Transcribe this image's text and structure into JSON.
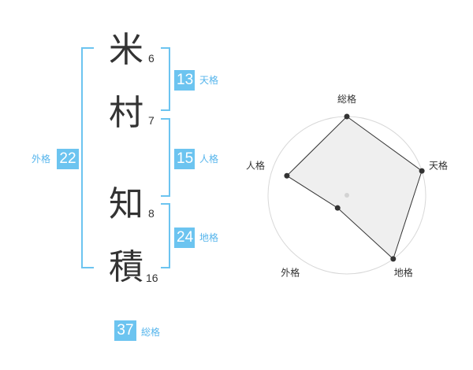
{
  "name": {
    "chars": [
      {
        "char": "米",
        "strokes": "6"
      },
      {
        "char": "村",
        "strokes": "7"
      },
      {
        "char": "知",
        "strokes": "8"
      },
      {
        "char": "積",
        "strokes": "16"
      }
    ]
  },
  "fortunes": {
    "tenkaku": {
      "value": "13",
      "label": "天格"
    },
    "jinkaku": {
      "value": "15",
      "label": "人格"
    },
    "chikaku": {
      "value": "24",
      "label": "地格"
    },
    "gaikaku": {
      "value": "22",
      "label": "外格"
    },
    "soukaku": {
      "value": "37",
      "label": "総格"
    }
  },
  "colors": {
    "accent": "#6cc4f0",
    "label_text": "#56b5ec"
  },
  "chart_data": {
    "type": "radar",
    "axes": [
      "総格",
      "天格",
      "地格",
      "外格",
      "人格"
    ],
    "values": [
      5,
      5,
      5,
      1,
      4
    ],
    "rlim": [
      0,
      5
    ],
    "rings": 5
  }
}
